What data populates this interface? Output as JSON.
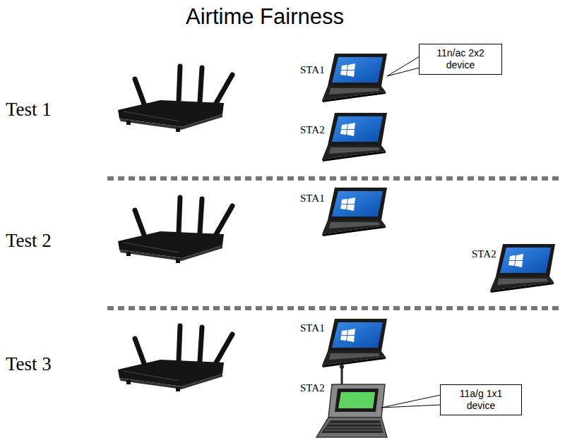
{
  "diagram": {
    "title": "Airtime Fairness",
    "nodes": [
      {
        "text": [
          "11n/ac 2x2 device"
        ]
      },
      {
        "text": [
          "11a/g 1x1 device"
        ]
      }
    ],
    "labels": [
      "Test 1",
      "STA1",
      "STA2",
      "Test 2",
      "STA1",
      "STA2",
      "Test 3",
      "STA1",
      "STA2"
    ]
  }
}
